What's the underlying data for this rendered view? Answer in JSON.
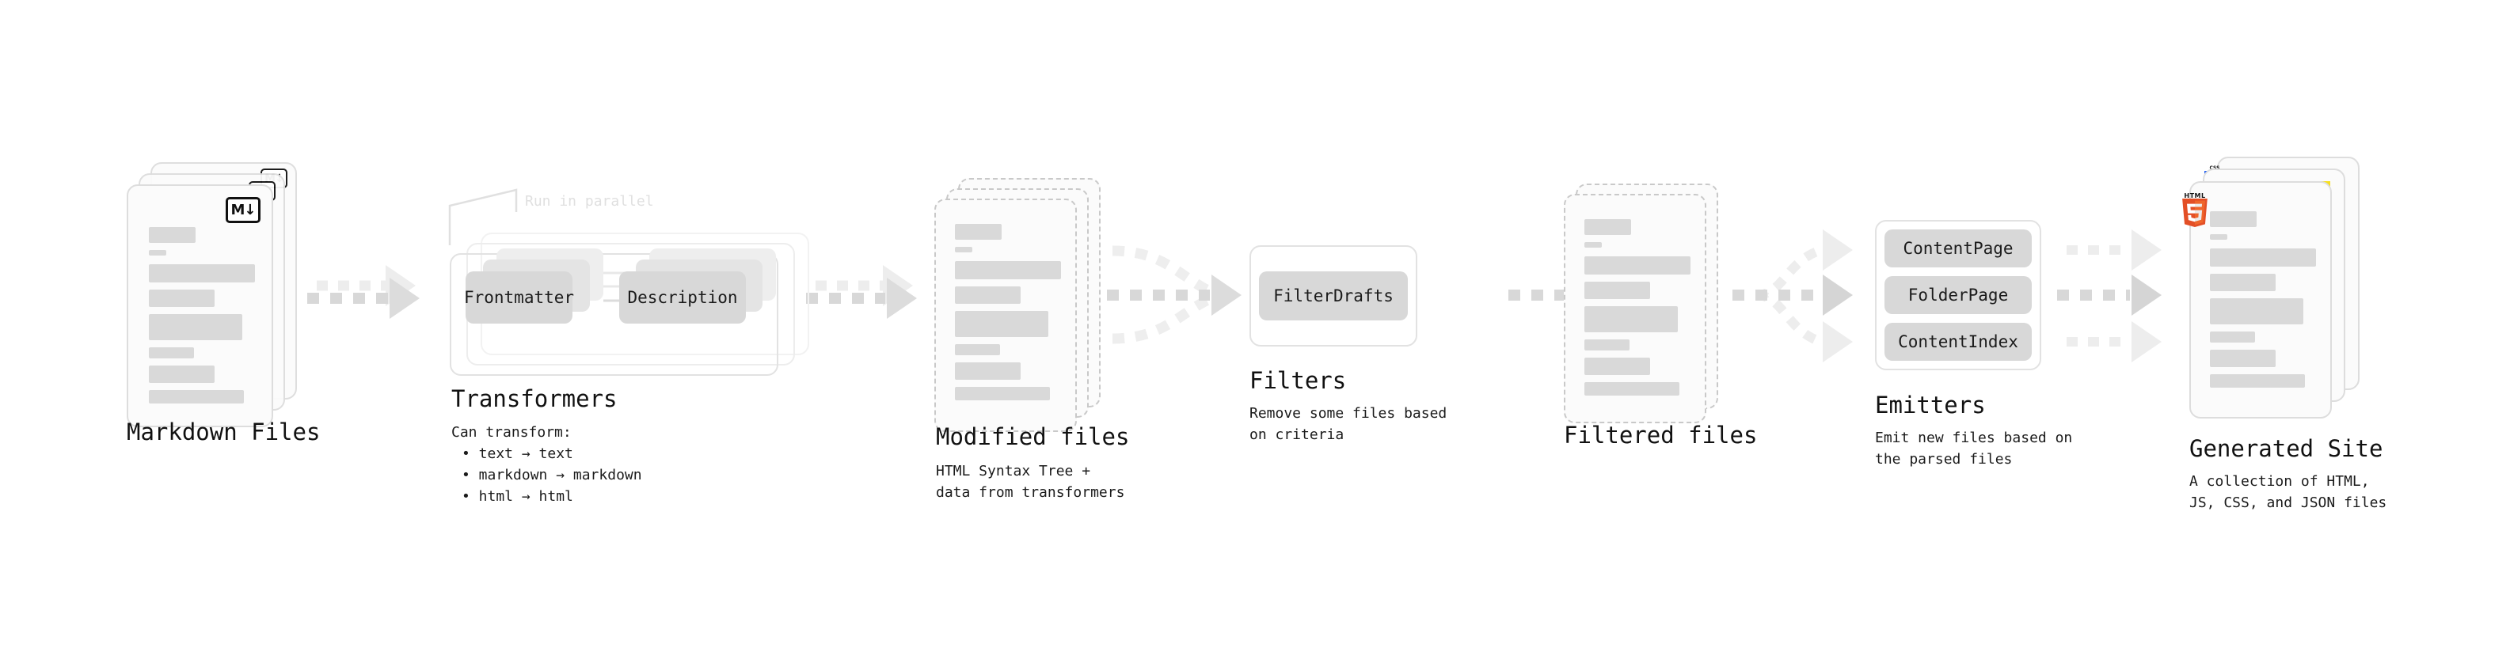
{
  "diagram": {
    "type": "pipeline-flow",
    "title": "Static site generator build pipeline",
    "colors": {
      "card_bg": "#fbfbfb",
      "card_border": "#dddddd",
      "skeleton_bar": "#d9d9d9",
      "pill_bg": "#d8d8d8",
      "arrow": "#d5d5d5",
      "arrow_faded": "#eeeeee",
      "text": "#111111",
      "ghost_text": "#e0e0e0",
      "html5_orange": "#e34f26",
      "css_blue": "#2965f1",
      "js_yellow": "#f7df1e"
    },
    "stages": [
      {
        "id": "markdown-files",
        "title": "Markdown Files",
        "subtitle": "",
        "kind": "document-stack",
        "stack_count": 3,
        "badge": "markdown-icon",
        "badge_text": "M↓"
      },
      {
        "id": "transformers",
        "title": "Transformers",
        "subtitle": "",
        "kind": "process-group",
        "annotation": "Run in parallel",
        "stack_count": 3,
        "items": [
          "Frontmatter",
          "Description"
        ],
        "detail_heading": "Can transform:",
        "detail_bullets": [
          "• text → text",
          "• markdown → markdown",
          "• html → html"
        ]
      },
      {
        "id": "modified-files",
        "title": "Modified files",
        "subtitle": "HTML Syntax Tree +\ndata from transformers",
        "kind": "document-stack-dashed",
        "stack_count": 3
      },
      {
        "id": "filters",
        "title": "Filters",
        "subtitle": "Remove some files based\non criteria",
        "kind": "process-group",
        "items": [
          "FilterDrafts"
        ]
      },
      {
        "id": "filtered-files",
        "title": "Filtered files",
        "subtitle": "",
        "kind": "document-stack-dashed",
        "stack_count": 2
      },
      {
        "id": "emitters",
        "title": "Emitters",
        "subtitle": "Emit new files based on\nthe parsed files",
        "kind": "process-group",
        "items": [
          "ContentPage",
          "FolderPage",
          "ContentIndex"
        ]
      },
      {
        "id": "generated-site",
        "title": "Generated Site",
        "subtitle": "A collection of HTML,\nJS, CSS, and JSON files",
        "kind": "document-stack",
        "stack_count": 3,
        "badges": [
          "css3-icon",
          "javascript-icon",
          "html5-icon"
        ],
        "html5_label": "HTML"
      }
    ],
    "connectors": [
      {
        "from": "markdown-files",
        "to": "transformers",
        "style": "dashed-arrow",
        "count": 2
      },
      {
        "from": "transformers",
        "to": "modified-files",
        "style": "dashed-arrow",
        "count": 2
      },
      {
        "from": "modified-files",
        "to": "filters",
        "style": "dashed-arrow-merge",
        "count": 2
      },
      {
        "from": "filters",
        "to": "filtered-files",
        "style": "dashed-arrow",
        "count": 1
      },
      {
        "from": "filtered-files",
        "to": "emitters",
        "style": "dashed-arrow-fan",
        "count": 3
      },
      {
        "from": "emitters",
        "to": "generated-site",
        "style": "dashed-arrow-fan",
        "count": 3
      }
    ],
    "inner_arrows": {
      "from": "Frontmatter",
      "to": "Description",
      "count": 3
    }
  }
}
